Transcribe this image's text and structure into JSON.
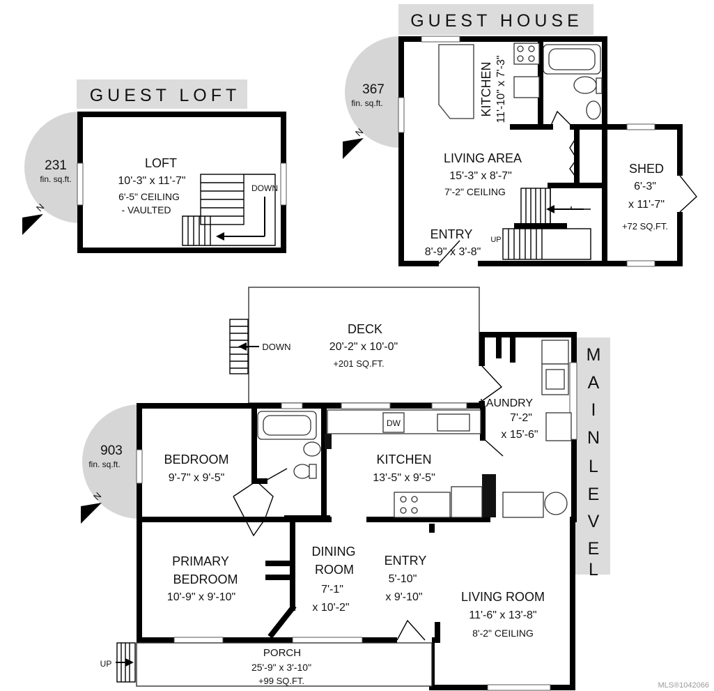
{
  "guest_loft": {
    "banner": "GUEST LOFT",
    "area": "231",
    "area_unit": "fin. sq.ft.",
    "compass": "N",
    "room_name": "LOFT",
    "room_dims": "10'-3\" x 11'-7\"",
    "ceiling": "6'-5\" CEILING",
    "ceiling_note": "- VAULTED",
    "stair_label": "DOWN"
  },
  "guest_house": {
    "banner": "GUEST HOUSE",
    "area": "367",
    "area_unit": "fin. sq.ft.",
    "compass": "N",
    "kitchen_name": "KITCHEN",
    "kitchen_dims": "11'-10\" x 7'-3\"",
    "living_name": "LIVING AREA",
    "living_dims": "15'-3\" x 8'-7\"",
    "living_ceiling": "7'-2\" CEILING",
    "entry_name": "ENTRY",
    "entry_dims": "8'-9\" x 3'-8\"",
    "stair_label": "UP",
    "shed_name": "SHED",
    "shed_dims1": "6'-3\"",
    "shed_dims2": "x 11'-7\"",
    "shed_extra": "+72 SQ.FT."
  },
  "main_level": {
    "banner_letters": [
      "M",
      "A",
      "I",
      "N",
      "L",
      "E",
      "V",
      "E",
      "L"
    ],
    "area": "903",
    "area_unit": "fin. sq.ft.",
    "compass": "N",
    "deck_name": "DECK",
    "deck_dims": "20'-2\" x 10'-0\"",
    "deck_extra": "+201 SQ.FT.",
    "deck_stair": "DOWN",
    "laundry_name": "LAUNDRY",
    "laundry_dims1": "7'-2\"",
    "laundry_dims2": "x 15'-6\"",
    "dw_label": "DW",
    "bedroom_name": "BEDROOM",
    "bedroom_dims": "9'-7\" x 9'-5\"",
    "kitchen_name": "KITCHEN",
    "kitchen_dims": "13'-5\" x 9'-5\"",
    "primary_name1": "PRIMARY",
    "primary_name2": "BEDROOM",
    "primary_dims": "10'-9\" x 9'-10\"",
    "dining_name1": "DINING",
    "dining_name2": "ROOM",
    "dining_dims1": "7'-1\"",
    "dining_dims2": "x 10'-2\"",
    "entry_name": "ENTRY",
    "entry_dims1": "5'-10\"",
    "entry_dims2": "x 9'-10\"",
    "living_name": "LIVING ROOM",
    "living_dims": "11'-6\" x 13'-8\"",
    "living_ceiling": "8'-2\" CEILING",
    "porch_name": "PORCH",
    "porch_dims": "25'-9\" x 3'-10\"",
    "porch_extra": "+99 SQ.FT.",
    "porch_stair": "UP"
  },
  "watermark": "MLS®1042066"
}
